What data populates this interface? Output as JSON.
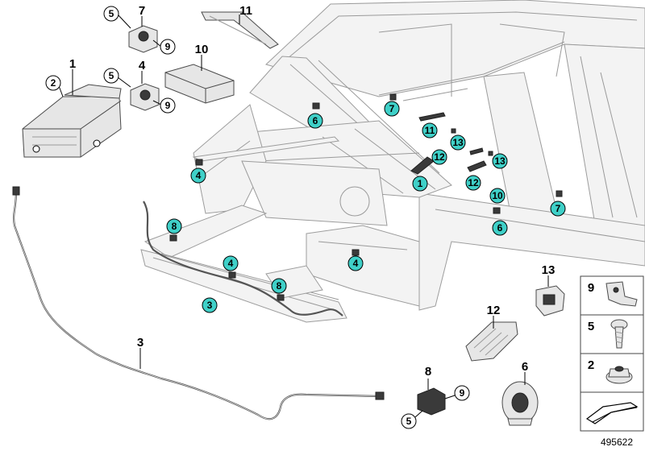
{
  "callouts": {
    "c6a": "6",
    "c7a": "7",
    "c11": "11",
    "c13a": "13",
    "c12a": "12",
    "c1": "1",
    "c4a": "4",
    "c8a": "8",
    "c4b": "4",
    "c8b": "8",
    "c3": "3",
    "c4c": "4",
    "c13b": "13",
    "c12b": "12",
    "c10": "10",
    "c6b": "6",
    "c7b": "7"
  },
  "parts": {
    "p7_num": "7",
    "p7_5": "5",
    "p7_9": "9",
    "p4_num": "4",
    "p4_5": "5",
    "p4_9": "9",
    "p1_num": "1",
    "p1_2": "2",
    "p10_num": "10",
    "p11_num": "11",
    "p3_num": "3",
    "p13_num": "13",
    "p12_num": "12",
    "p8_num": "8",
    "p8_5": "5",
    "p8_9": "9",
    "p6_num": "6"
  },
  "legend": {
    "r9": "9",
    "r5": "5",
    "r2": "2"
  },
  "diagram_number": "495622",
  "colors": {
    "callout_fill": "#3fd0c8"
  }
}
